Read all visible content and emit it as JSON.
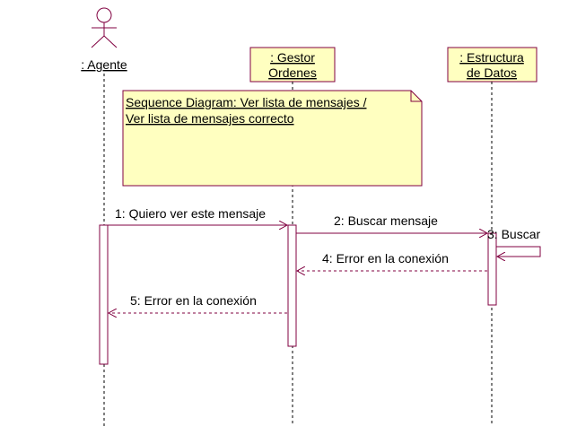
{
  "diagram": {
    "actor": {
      "label": ": Agente"
    },
    "objects": [
      {
        "id": "gestor",
        "lines": [
          ": Gestor",
          "Ordenes"
        ]
      },
      {
        "id": "estructura",
        "lines": [
          ": Estructura",
          "de Datos"
        ]
      }
    ],
    "note": {
      "lines": [
        "Sequence Diagram: Ver lista de mensajes /",
        "Ver lista de mensajes correcto"
      ]
    },
    "messages": [
      {
        "label": "1: Quiero ver este mensaje",
        "from": "agente",
        "to": "gestor",
        "style": "solid"
      },
      {
        "label": "2: Buscar mensaje",
        "from": "gestor",
        "to": "estructura",
        "style": "solid"
      },
      {
        "label": "3: Buscar",
        "from": "estructura",
        "to": "estructura",
        "style": "self"
      },
      {
        "label": "4: Error en la conexión",
        "from": "estructura",
        "to": "gestor",
        "style": "dashed"
      },
      {
        "label": "5: Error en la conexión",
        "from": "gestor",
        "to": "agente",
        "style": "dashed"
      }
    ],
    "colors": {
      "line": "#800040",
      "object_fill": "#ffffc0",
      "note_fill": "#ffffc0",
      "lifeline": "#000000"
    }
  }
}
